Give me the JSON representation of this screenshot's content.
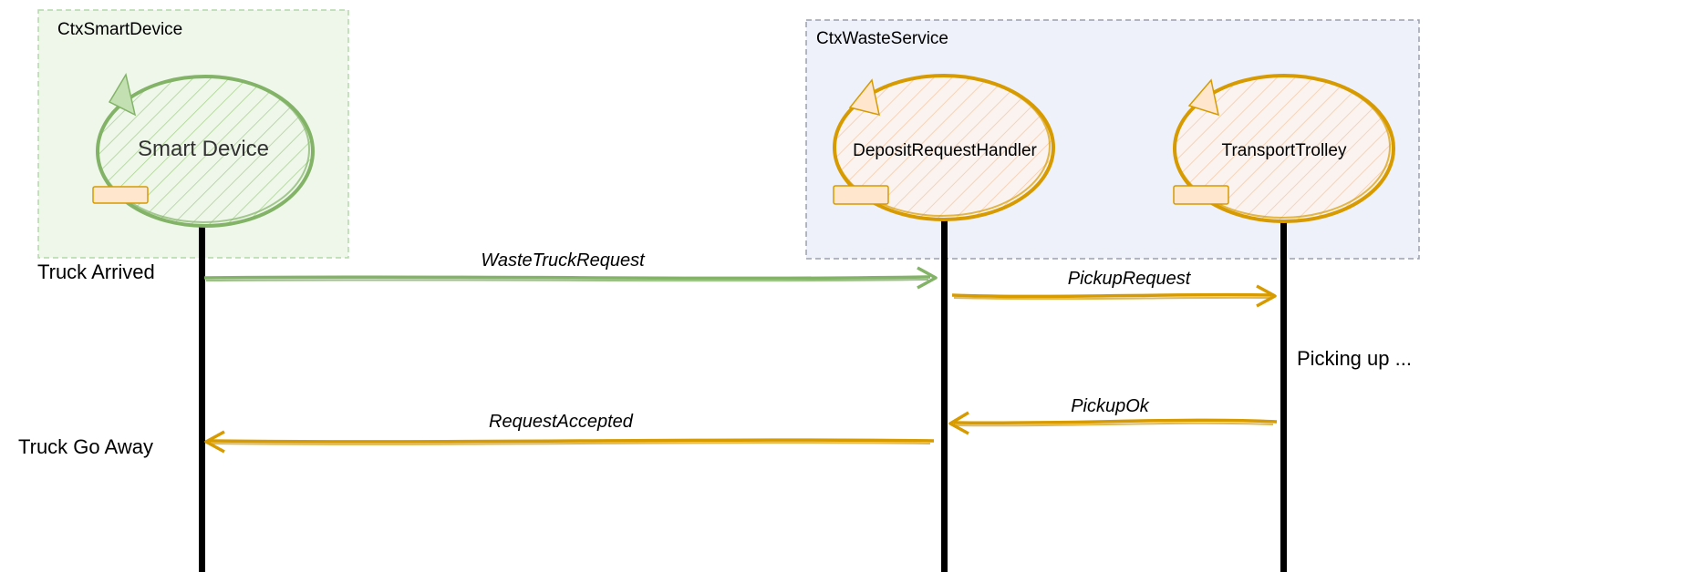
{
  "contexts": [
    {
      "label": "CtxSmartDevice",
      "fill": "#eef7ea",
      "stroke": "#b4d8a8"
    },
    {
      "label": "CtxWasteService",
      "fill": "#eef1fa",
      "stroke": "#9aa0ad"
    }
  ],
  "actors": [
    {
      "label": "Smart Device",
      "color": "#82b366",
      "fill": "#d5e8d4"
    },
    {
      "label": "DepositRequestHandler",
      "color": "#d79b00",
      "fill": "#ffe6cc"
    },
    {
      "label": "TransportTrolley",
      "color": "#d79b00",
      "fill": "#ffe6cc"
    }
  ],
  "messages": [
    {
      "label": "WasteTruckRequest",
      "color": "#82b366"
    },
    {
      "label": "PickupRequest",
      "color": "#d79b00"
    },
    {
      "label": "PickupOk",
      "color": "#d79b00"
    },
    {
      "label": "RequestAccepted",
      "color": "#d79b00"
    }
  ],
  "notes": [
    {
      "label": "Truck Arrived"
    },
    {
      "label": "Picking up ..."
    },
    {
      "label": "Truck Go Away"
    }
  ],
  "colors": {
    "lifeline": "#000000",
    "port_fill": "#ffe6cc",
    "port_stroke": "#d79b00"
  }
}
